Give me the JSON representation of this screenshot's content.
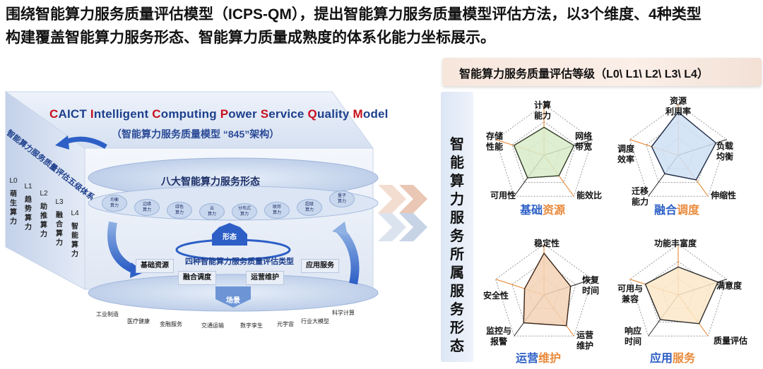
{
  "heading": {
    "line1": "围绕智能算力服务质量评估模型（ICPS-QM），提出智能算力服务质量模型评估方法，以3个维度、4种类型",
    "line2": "构建覆盖智能算力服务形态、智能算力质量成熟度的体系化能力坐标展示。"
  },
  "model": {
    "title_parts": [
      {
        "cap": "C",
        "rest": "AICT "
      },
      {
        "cap": "I",
        "rest": "ntelligent "
      },
      {
        "cap": "C",
        "rest": "omputing "
      },
      {
        "cap": "P",
        "rest": "ower "
      },
      {
        "cap": "S",
        "rest": "ervice "
      },
      {
        "cap": "Q",
        "rest": "uality "
      },
      {
        "cap": "M",
        "rest": "odel"
      }
    ],
    "subtitle": "（智能算力服务质量模型 “845”架构）",
    "side_title": "智能算力服务质量评估五级体系",
    "levels": [
      {
        "code": "L0",
        "desc": "萌生算力"
      },
      {
        "code": "L1",
        "desc": "趋势算力"
      },
      {
        "code": "L2",
        "desc": "助推算力"
      },
      {
        "code": "L3",
        "desc": "融合算力"
      },
      {
        "code": "L4",
        "desc": "智能算力"
      }
    ],
    "eight_forms": "八大智能算力服务形态",
    "pills": [
      "均衡\n算力",
      "边缘\n算力",
      "绿色\n算力",
      "云\n算力",
      "分布式\n算力",
      "联邦\n算力",
      "超级\n算力",
      "量子\n算力"
    ],
    "tag_forms": "形态",
    "four_types_title": "四种智能算力服务质量评估类型",
    "types": [
      "基础资源",
      "融合调度",
      "运营维护",
      "应用服务"
    ],
    "scene_label": "场景",
    "industries": [
      "工业制造",
      "医疗健康",
      "金融服务",
      "交通运输",
      "数字孪生",
      "元宇宙",
      "行业大模型",
      "科学计算"
    ]
  },
  "right": {
    "banner": "智能算力服务质量评估等级（L0\\ L1\\ L2\\ L3\\ L4）",
    "vertical": "智能算力服务所属服务形态",
    "radars": [
      {
        "name": "基础资源",
        "fill": "#d8ebc8",
        "stroke": "#2f3a24",
        "labels": [
          "计算\n能力",
          "网络\n带宽",
          "能效比",
          "可用性",
          "存储\n性能"
        ]
      },
      {
        "name": "融合调度",
        "fill": "#cfe0f5",
        "stroke": "#1f2a44",
        "labels": [
          "资源\n利用率",
          "负载\n均衡",
          "伸缩性",
          "迁移\n能力",
          "调度\n效率"
        ]
      },
      {
        "name": "运营维护",
        "fill": "#f3d2b5",
        "stroke": "#3a2416",
        "labels": [
          "稳定性",
          "恢复\n时间",
          "运营\n维护",
          "监控与\n报警",
          "安全性"
        ]
      },
      {
        "name": "应用服务",
        "fill": "#fbe8c8",
        "stroke": "#2b2b2b",
        "labels": [
          "功能丰富度",
          "满意度",
          "质量评估",
          "响应\n时间",
          "可用与\n兼容"
        ]
      }
    ]
  },
  "colors": {
    "accent_red": "#c8101e",
    "model_blue": "#1d3f8c",
    "radar_title_blue": "#2d5fc6",
    "radar_title_orange": "#e98a3c",
    "axis_orange": "#e67e22"
  }
}
